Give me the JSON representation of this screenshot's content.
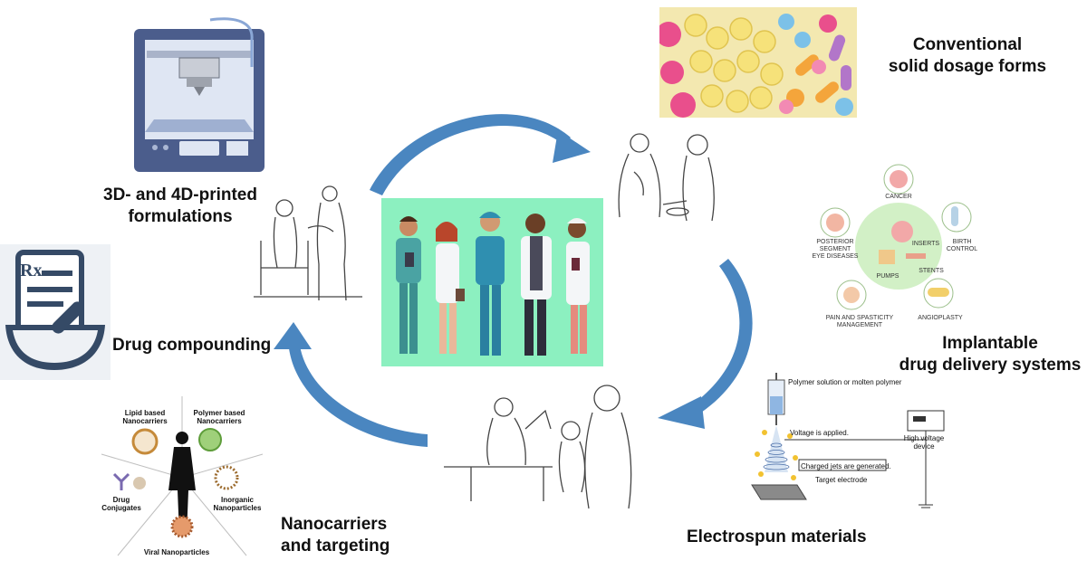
{
  "captions": {
    "printed": "3D- and 4D-printed\nformulations",
    "conventional": "Conventional\nsolid dosage forms",
    "compounding": "Drug compounding",
    "implantable": "Implantable\ndrug delivery systems",
    "nanocarriers": "Nanocarriers\nand targeting",
    "electrospun": "Electrospun materials"
  },
  "rx_symbol": "Rx",
  "implant_labels": {
    "cancer": "CANCER",
    "inserts": "INSERTS",
    "birth_control": "BIRTH\nCONTROL",
    "posterior": "POSTERIOR\nSEGMENT\nEYE DISEASES",
    "stents": "STENTS",
    "pumps": "PUMPS",
    "pain": "PAIN AND SPASTICITY\nMANAGEMENT",
    "angioplasty": "ANGIOPLASTY"
  },
  "nano_labels": {
    "lipid": "Lipid based\nNanocarriers",
    "polymer": "Polymer based\nNanocarriers",
    "drug": "Drug\nConjugates",
    "inorganic": "Inorganic\nNanoparticles",
    "viral": "Viral Nanoparticles"
  },
  "electrospin_labels": {
    "polymer_solution": "Polymer solution or molten polymer",
    "voltage_applied": "Voltage is applied.",
    "high_voltage": "High voltage\ndevice",
    "charged_jets": "Charged jets are generated.",
    "target": "Target electrode"
  },
  "colors": {
    "arrow": "#4a86c0",
    "arrow_dark": "#2f6aa6",
    "doctor_bg": "#8cf0c0",
    "printer": "#4b5d8c"
  }
}
